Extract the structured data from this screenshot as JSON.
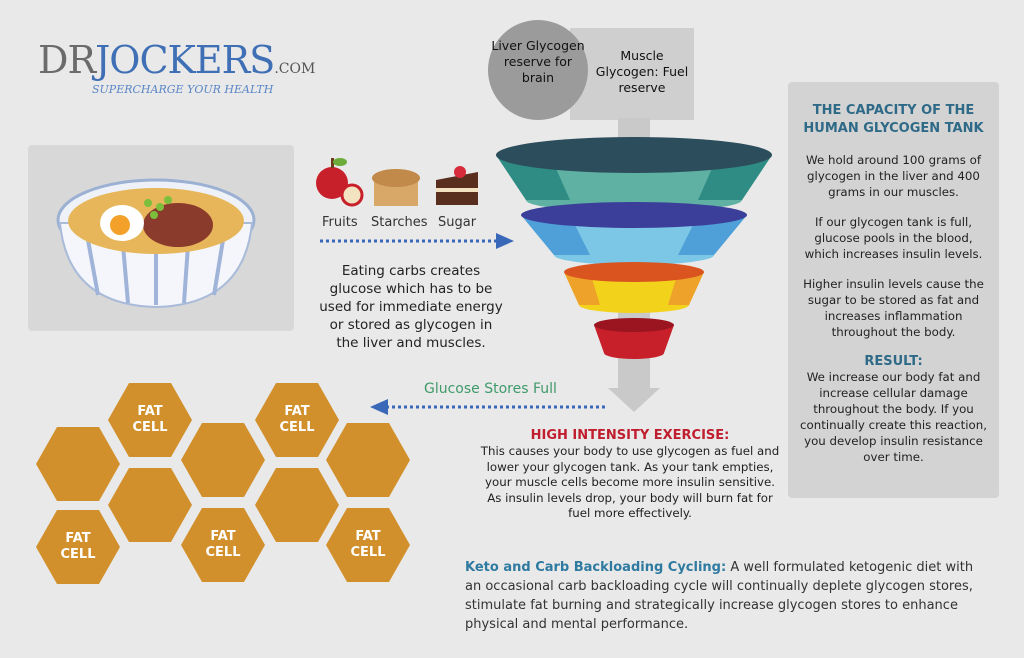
{
  "logo": {
    "dr": "DR",
    "jockers": "JOCKERS",
    "com": ".COM",
    "tagline": "SUPERCHARGE YOUR HEALTH"
  },
  "foods": [
    {
      "label": "Fruits",
      "icon": "apple-icon"
    },
    {
      "label": "Starches",
      "icon": "bread-icon"
    },
    {
      "label": "Sugar",
      "icon": "cake-icon"
    }
  ],
  "eating_text": "Eating carbs creates glucose which has to be used for immediate energy or stored as glycogen in the liver and muscles.",
  "liver_label": "Liver Glycogen reserve for brain",
  "muscle_label": "Muscle Glycogen: Fuel reserve",
  "glucose_full": "Glucose Stores Full",
  "fat_cell_label": "FAT CELL",
  "capacity": {
    "title": "THE CAPACITY OF THE HUMAN GLYCOGEN TANK",
    "p1": "We hold around 100 grams of glycogen in the liver and 400 grams in our muscles.",
    "p2": "If our glycogen tank is full, glucose pools in the blood, which increases insulin levels.",
    "p3": "Higher insulin levels cause the sugar to be stored as fat and increases inflammation throughout the body.",
    "result_title": "RESULT:",
    "result_text": "We increase our body fat and increase cellular damage throughout the body.  If you continually create this reaction, you develop insulin resistance over time."
  },
  "exercise": {
    "title": "HIGH INTENSITY EXERCISE:",
    "text": "This causes your body to use glycogen as fuel and lower your glycogen tank. As your tank empties, your muscle cells become more insulin sensitive.  As insulin levels drop, your body will burn fat for fuel more effectively."
  },
  "keto": {
    "title": "Keto and Carb Backloading Cycling:",
    "text": "  A well formulated ketogenic diet with an occasional carb backloading cycle will continually deplete glycogen stores, stimulate fat burning and strategically increase glycogen stores to enhance physical and mental performance."
  },
  "colors": {
    "bg": "#e9e9e9",
    "hex": "#d2902c",
    "teal": "#2e6a87",
    "red": "#c01e2e",
    "green": "#3f9a6a"
  }
}
